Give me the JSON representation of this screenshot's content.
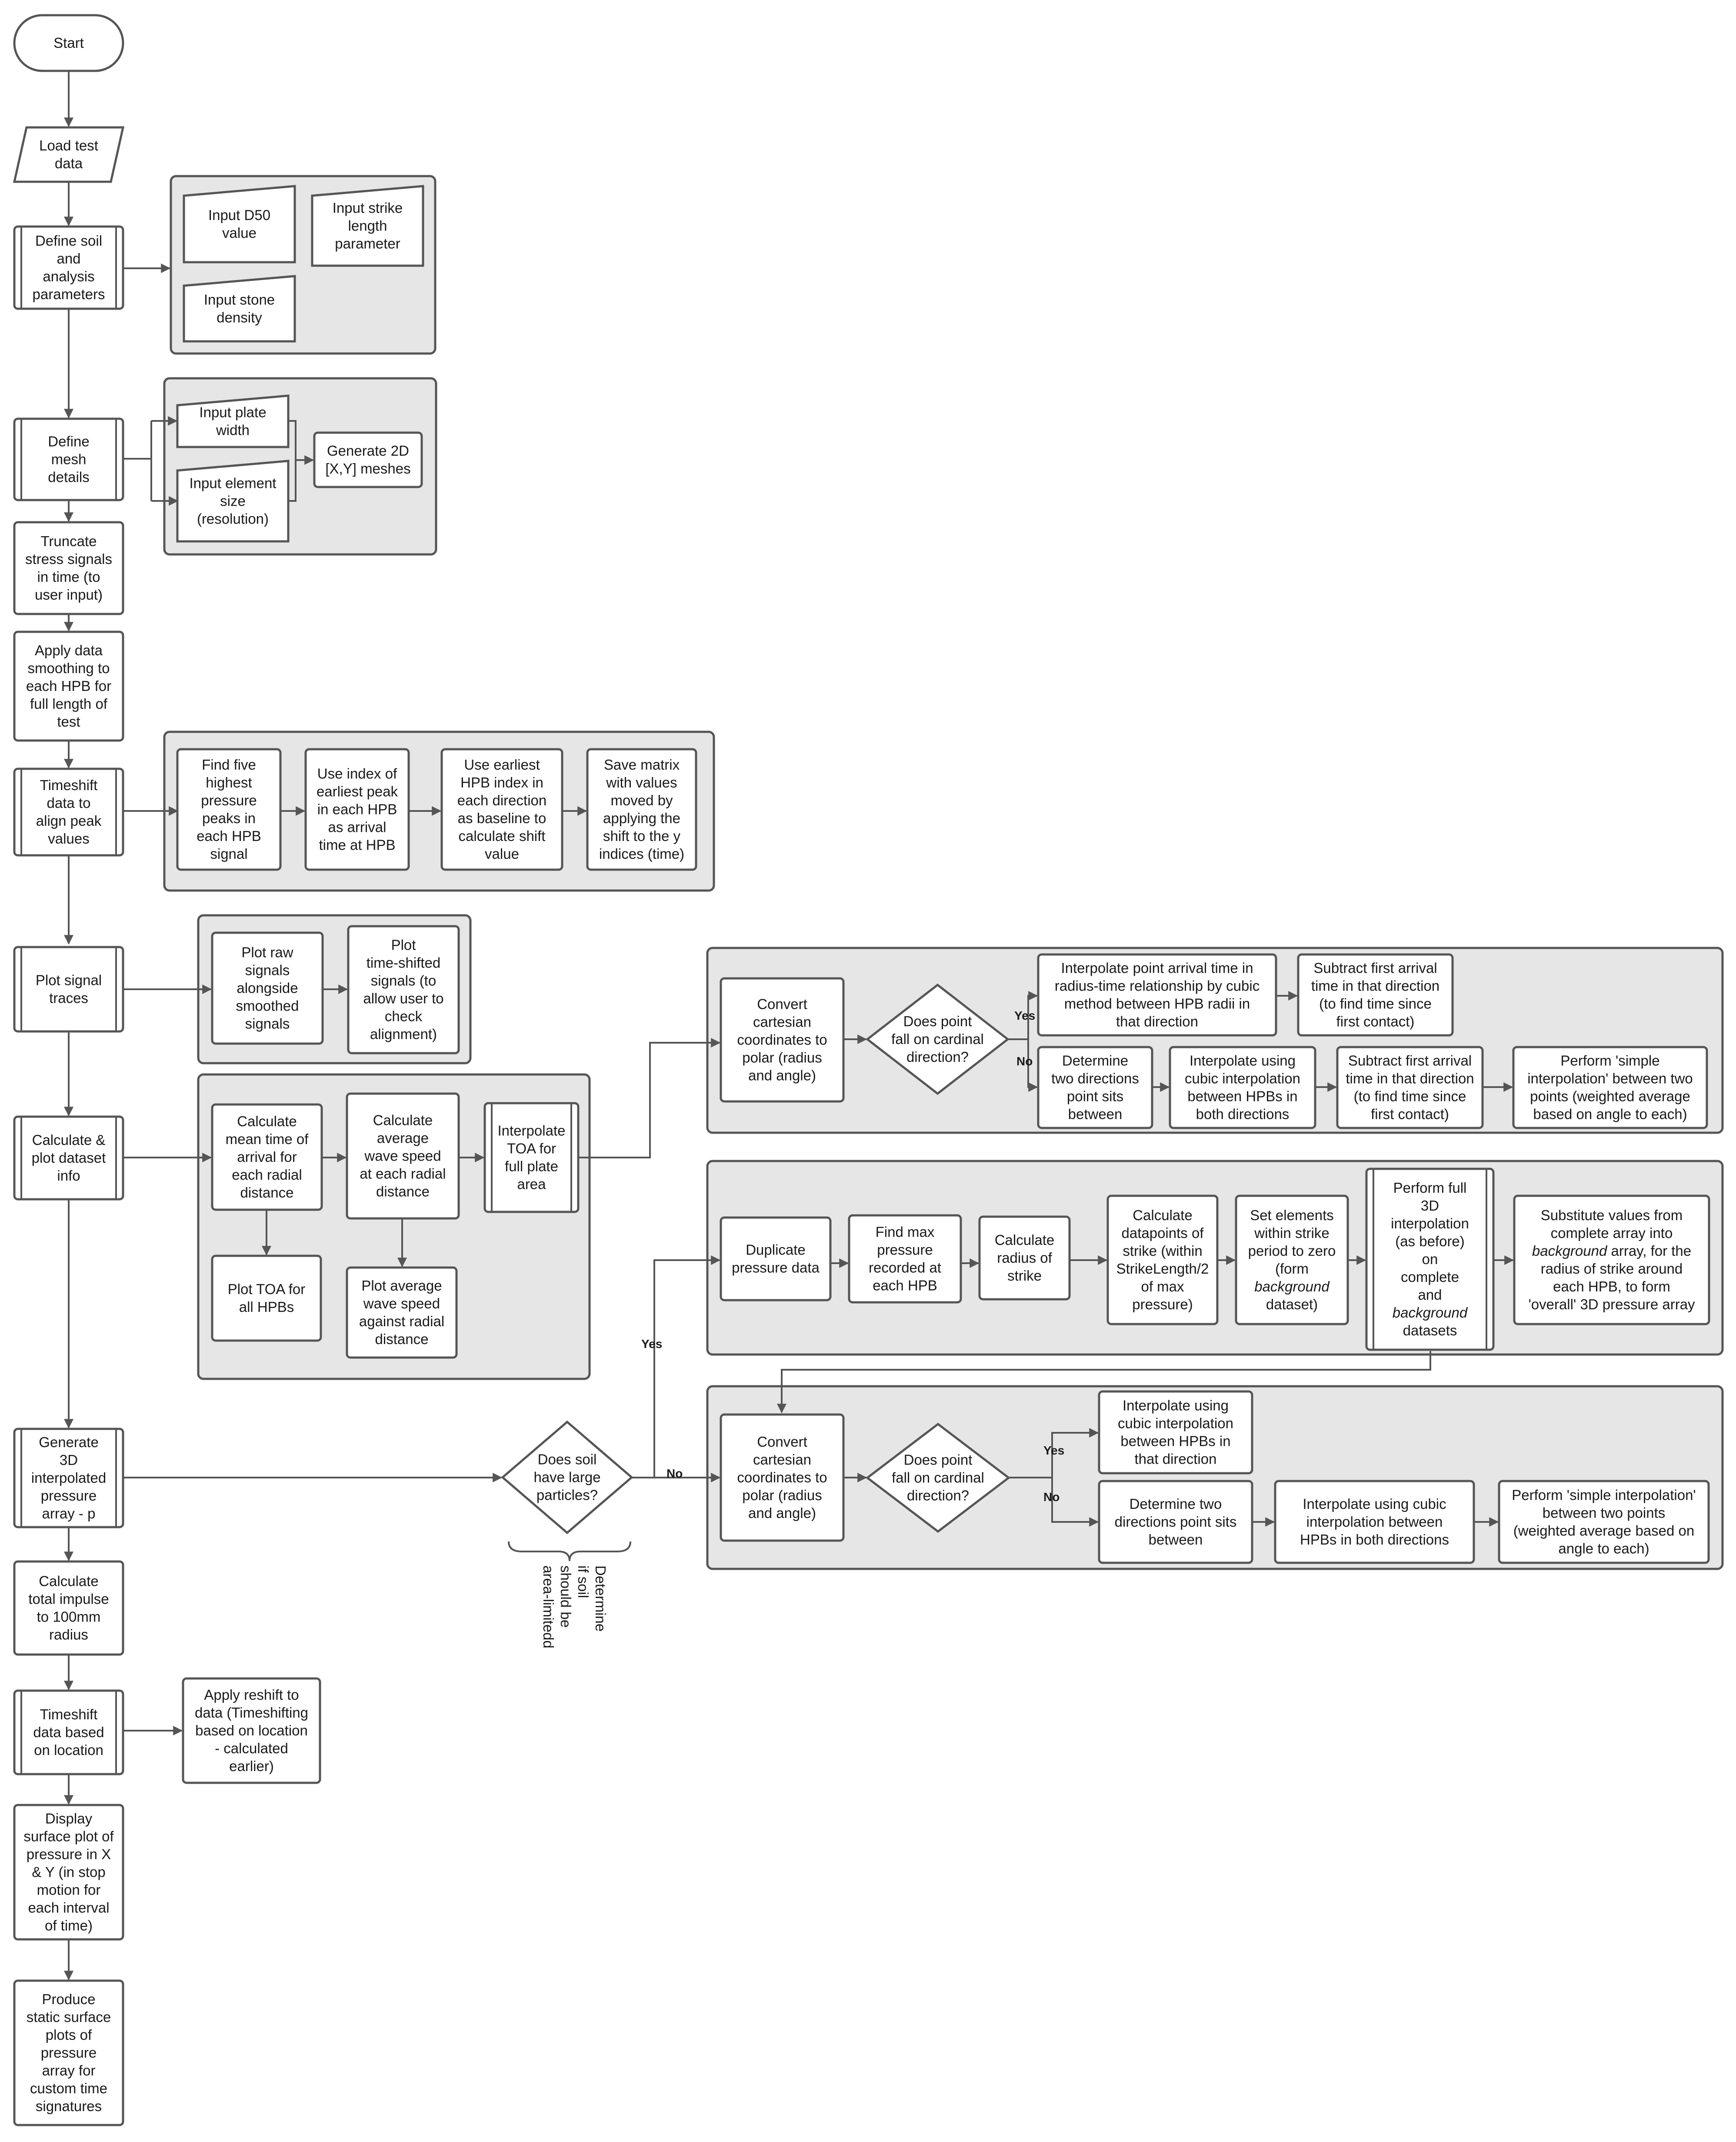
{
  "nodes": {
    "start": "Start",
    "load": [
      "Load test",
      "data"
    ],
    "define_soil": [
      "Define soil",
      "and",
      "analysis",
      "parameters"
    ],
    "input_d50": [
      "Input D50",
      "value"
    ],
    "input_strike": [
      "Input strike",
      "length",
      "parameter"
    ],
    "input_density": [
      "Input stone",
      "density"
    ],
    "define_mesh": [
      "Define",
      "mesh",
      "details"
    ],
    "input_plate": [
      "Input plate",
      "width"
    ],
    "input_element": [
      "Input element",
      "size",
      "(resolution)"
    ],
    "gen_mesh": [
      "Generate 2D",
      "[X,Y] meshes"
    ],
    "truncate": [
      "Truncate",
      "stress signals",
      "in time (to",
      "user input)"
    ],
    "smoothing": [
      "Apply data",
      "smoothing to",
      "each HPB for",
      "full length of",
      "test"
    ],
    "timeshift_align": [
      "Timeshift",
      "data to",
      "align peak",
      "values"
    ],
    "find_five": [
      "Find five",
      "highest",
      "pressure",
      "peaks in",
      "each HPB",
      "signal"
    ],
    "use_index": [
      "Use index of",
      "earliest peak",
      "in each HPB",
      "as arrival",
      "time at HPB"
    ],
    "use_earliest": [
      "Use earliest",
      "HPB index in",
      "each direction",
      "as baseline to",
      "calculate shift",
      "value"
    ],
    "save_matrix": [
      "Save matrix",
      "with values",
      "moved by",
      "applying the",
      "shift to the y",
      "indices (time)"
    ],
    "plot_traces": [
      "Plot signal",
      "traces"
    ],
    "plot_raw": [
      "Plot raw",
      "signals",
      "alongside",
      "smoothed",
      "signals"
    ],
    "plot_shifted": [
      "Plot",
      "time-shifted",
      "signals (to",
      "allow user to",
      "check",
      "alignment)"
    ],
    "calc_dataset": [
      "Calculate &",
      "plot dataset",
      "info"
    ],
    "calc_mean": [
      "Calculate",
      "mean time of",
      "arrival for",
      "each radial",
      "distance"
    ],
    "calc_speed": [
      "Calculate",
      "average",
      "wave speed",
      "at each radial",
      "distance"
    ],
    "interp_toa": [
      "Interpolate",
      "TOA for",
      "full plate",
      "area"
    ],
    "plot_toa": [
      "Plot TOA for",
      "all HPBs"
    ],
    "plot_speed": [
      "Plot average",
      "wave speed",
      "against radial",
      "distance"
    ],
    "convert_1": [
      "Convert",
      "cartesian",
      "coordinates to",
      "polar (radius",
      "and angle)"
    ],
    "cardinal_1": [
      "Does point",
      "fall on cardinal",
      "direction?"
    ],
    "interp_arrival": [
      "Interpolate point arrival time in",
      "radius-time relationship by cubic",
      "method between HPB radii in",
      "that direction"
    ],
    "subtract_1a": [
      "Subtract first arrival",
      "time in that direction",
      "(to find time since",
      "first contact)"
    ],
    "determine_1": [
      "Determine",
      "two directions",
      "point sits",
      "between"
    ],
    "interp_cubic_1": [
      "Interpolate using",
      "cubic interpolation",
      "between HPBs in",
      "both directions"
    ],
    "subtract_1b": [
      "Subtract first arrival",
      "time in that direction",
      "(to find time since",
      "first contact)"
    ],
    "simple_1": [
      "Perform 'simple",
      "interpolation' between two",
      "points (weighted average",
      "based on angle to each)"
    ],
    "generate_3d": [
      "Generate",
      "3D",
      "interpolated",
      "pressure",
      "array - p"
    ],
    "large_particles": [
      "Does soil",
      "have large",
      "particles?"
    ],
    "determine_note": [
      "Determine",
      "if soil",
      "should be",
      "area-limitedd"
    ],
    "duplicate": [
      "Duplicate",
      "pressure data"
    ],
    "find_max": [
      "Find max",
      "pressure",
      "recorded at",
      "each HPB"
    ],
    "calc_radius": [
      "Calculate",
      "radius of",
      "strike"
    ],
    "calc_datapoints": [
      "Calculate",
      "datapoints of",
      "strike (within",
      "StrikeLength/2",
      "of max",
      "pressure)"
    ],
    "set_elements": [
      "Set elements",
      "within strike",
      "period to zero",
      "(form",
      "background",
      "dataset)"
    ],
    "full_interp": [
      "Perform full",
      "3D",
      "interpolation",
      "(as before)",
      "on",
      "complete",
      "and",
      "background",
      "datasets"
    ],
    "substitute": [
      "Substitute values from",
      "complete array into",
      "background array, for the",
      "radius of strike around",
      "each HPB, to form",
      "'overall' 3D pressure array"
    ],
    "convert_2": [
      "Convert",
      "cartesian",
      "coordinates to",
      "polar (radius",
      "and angle)"
    ],
    "cardinal_2": [
      "Does point",
      "fall on cardinal",
      "direction?"
    ],
    "interp_dir_2": [
      "Interpolate using",
      "cubic interpolation",
      "between HPBs in",
      "that direction"
    ],
    "determine_2": [
      "Determine two",
      "directions point sits",
      "between"
    ],
    "interp_cubic_2": [
      "Interpolate using cubic",
      "interpolation between",
      "HPBs in both directions"
    ],
    "simple_2": [
      "Perform 'simple interpolation'",
      "between two points",
      "(weighted average based on",
      "angle to each)"
    ],
    "calc_impulse": [
      "Calculate",
      "total impulse",
      "to 100mm",
      "radius"
    ],
    "timeshift_location": [
      "Timeshift",
      "data based",
      "on location"
    ],
    "apply_reshift": [
      "Apply reshift to",
      "data (Timeshifting",
      "based on location",
      "- calculated",
      "earlier)"
    ],
    "display_surface": [
      "Display",
      "surface plot of",
      "pressure in X",
      "& Y (in stop",
      "motion for",
      "each interval",
      "of time)"
    ],
    "produce_static": [
      "Produce",
      "static surface",
      "plots of",
      "pressure",
      "array for",
      "custom time",
      "signatures"
    ]
  },
  "edge_labels": {
    "yes": "Yes",
    "no": "No"
  }
}
